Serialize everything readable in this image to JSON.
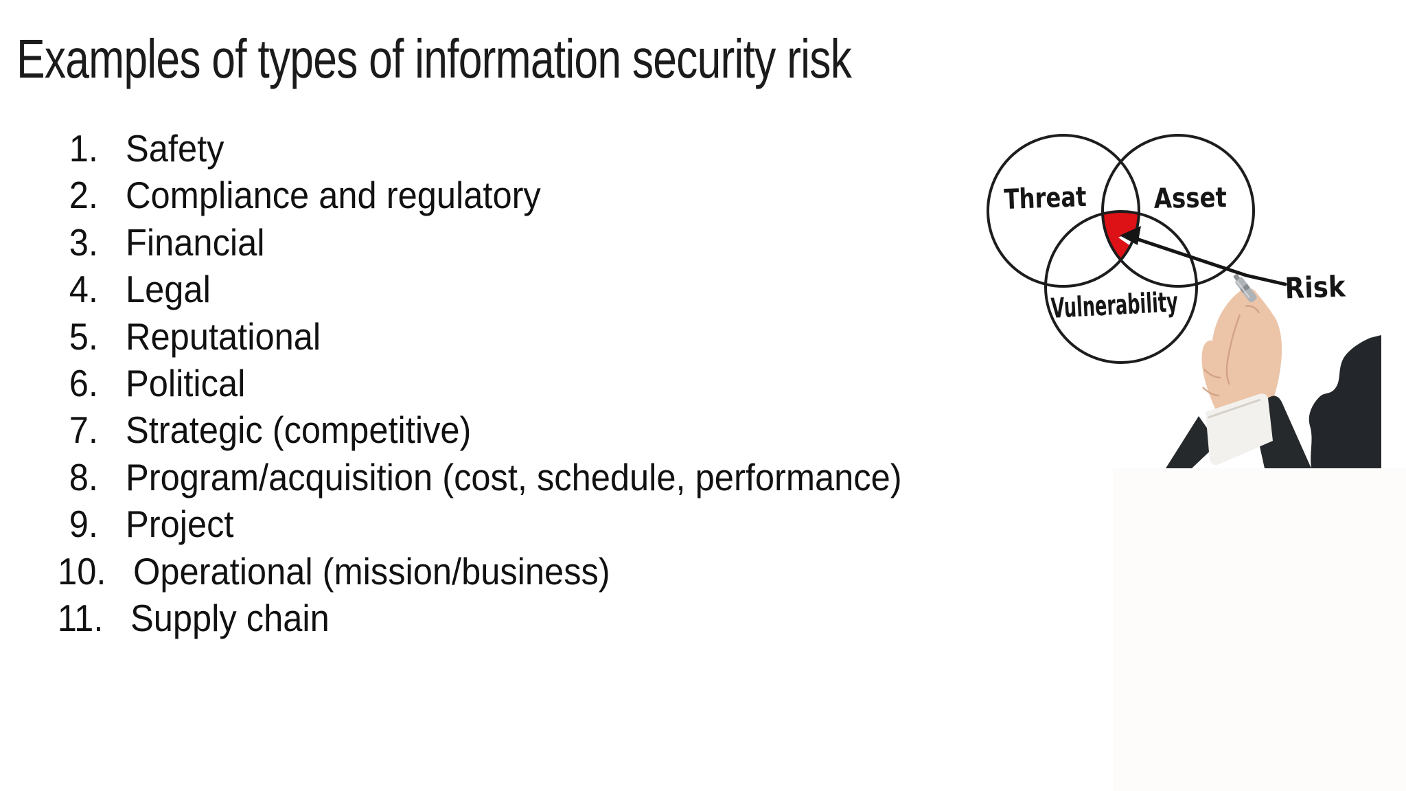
{
  "slide": {
    "title": "Examples of types of information security risk",
    "background_color": "#ffffff",
    "text_color": "#111111",
    "list": {
      "items": [
        {
          "num": "1.",
          "text": "Safety"
        },
        {
          "num": "2.",
          "text": "Compliance and regulatory"
        },
        {
          "num": "3.",
          "text": "Financial"
        },
        {
          "num": "4.",
          "text": "Legal"
        },
        {
          "num": "5.",
          "text": "Reputational"
        },
        {
          "num": "6.",
          "text": "Political"
        },
        {
          "num": "7.",
          "text": "Strategic (competitive)"
        },
        {
          "num": "8.",
          "text": "Program/acquisition (cost, schedule, performance)"
        },
        {
          "num": "9.",
          "text": "Project"
        },
        {
          "num": "10.",
          "text": "Operational (mission/business)"
        },
        {
          "num": "11.",
          "text": "Supply chain"
        }
      ]
    }
  },
  "venn_image": {
    "labels": {
      "circle_top_left": "Threat",
      "circle_top_right": "Asset",
      "circle_bottom": "Vulnerability",
      "pointer": "Risk"
    },
    "colors": {
      "intersection_red": "#dc1216",
      "line_black": "#1d1d1d",
      "suit_dark": "#26292c",
      "skin": "#ecc5a9",
      "cuff_white": "#f3f1ee",
      "marker_gray": "#aeb3b7"
    }
  }
}
